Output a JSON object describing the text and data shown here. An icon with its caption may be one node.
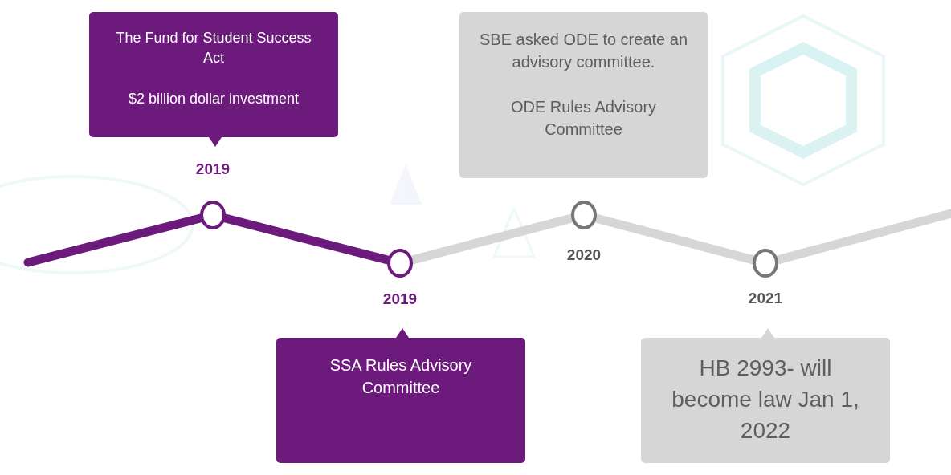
{
  "diagram": {
    "nodes": [
      {
        "text": [
          "The Fund for Student Success Act",
          "$2 billion dollar investment"
        ]
      },
      {
        "text": [
          "SBE asked ODE to create an advisory committee.",
          "ODE Rules Advisory Committee"
        ]
      },
      {
        "text": [
          "SSA Rules Advisory Committee"
        ]
      },
      {
        "text": [
          "HB 2993- will become law Jan 1, 2022"
        ]
      },
      {
        "text": [],
        "shape": "circle",
        "beside": [
          "2019"
        ]
      },
      {
        "text": [],
        "shape": "circle",
        "beside": [
          "2019"
        ]
      },
      {
        "text": [],
        "shape": "circle",
        "beside": [
          "2020"
        ]
      },
      {
        "text": [],
        "shape": "circle",
        "beside": [
          "2021"
        ]
      }
    ],
    "edges": [
      {
        "from": null,
        "to": 4,
        "arrow": "none",
        "color": "#6c1a7c"
      },
      {
        "from": 4,
        "to": 5,
        "arrow": "none",
        "color": "#6c1a7c"
      },
      {
        "from": 5,
        "to": 6,
        "arrow": "none"
      },
      {
        "from": 6,
        "to": 7,
        "arrow": "none"
      },
      {
        "from": 7,
        "to": null,
        "arrow": "none"
      }
    ]
  }
}
